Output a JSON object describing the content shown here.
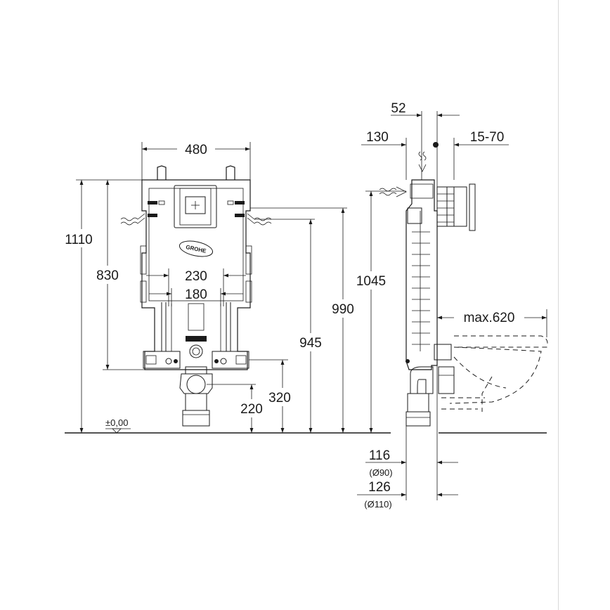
{
  "front_view": {
    "width_label": "480",
    "total_height_label": "1110",
    "frame_height_label": "830",
    "bolt_spacing_outer_label": "230",
    "bolt_spacing_inner_label": "180",
    "inlet_height_label": "990",
    "upper_fixing_height_label": "945",
    "drain_height_label": "220",
    "lower_fixing_height_label": "320",
    "floor_level_label": "±0,00",
    "brand_logo": "GROHE"
  },
  "side_view": {
    "top_offset_label": "52",
    "depth_label": "130",
    "wall_adjust_label": "15-70",
    "height_label": "1045",
    "projection_label": "max.620",
    "pipe_offset_small_label": "116",
    "pipe_diameter_small_label": "(Ø90)",
    "pipe_offset_large_label": "126",
    "pipe_diameter_large_label": "(Ø110)"
  }
}
